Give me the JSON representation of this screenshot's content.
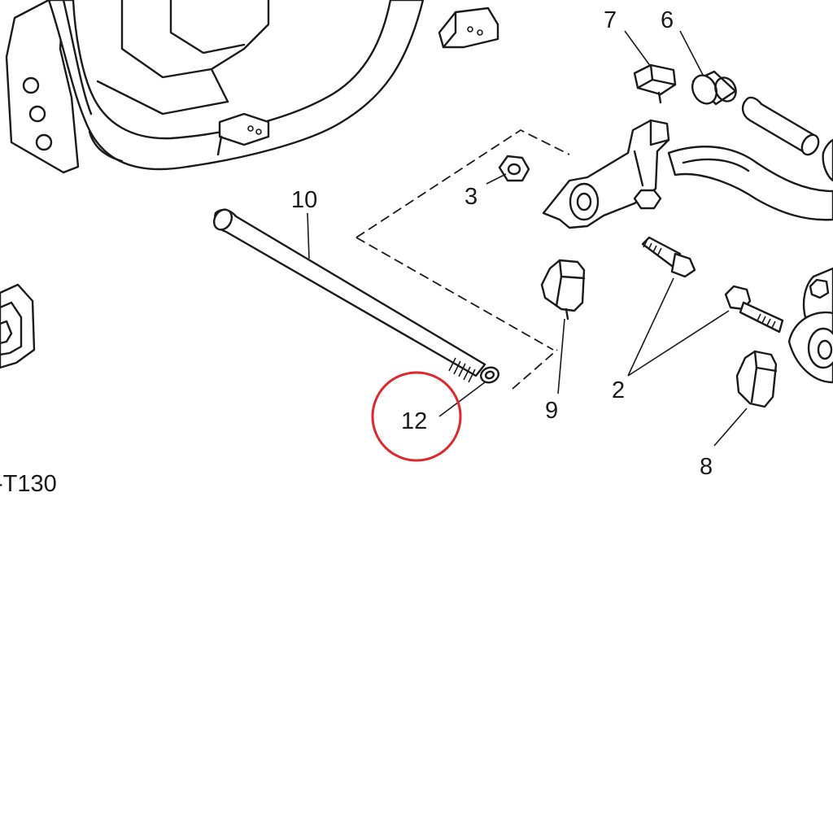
{
  "diagram": {
    "drawing_code": "-T130",
    "callouts": [
      {
        "id": "2",
        "label": "2"
      },
      {
        "id": "3",
        "label": "3"
      },
      {
        "id": "6",
        "label": "6"
      },
      {
        "id": "7",
        "label": "7"
      },
      {
        "id": "8",
        "label": "8"
      },
      {
        "id": "9",
        "label": "9"
      },
      {
        "id": "10",
        "label": "10"
      },
      {
        "id": "12",
        "label": "12",
        "highlighted": true
      }
    ],
    "highlight_color": "#e2262b",
    "line_color": "#1a1a1a"
  }
}
